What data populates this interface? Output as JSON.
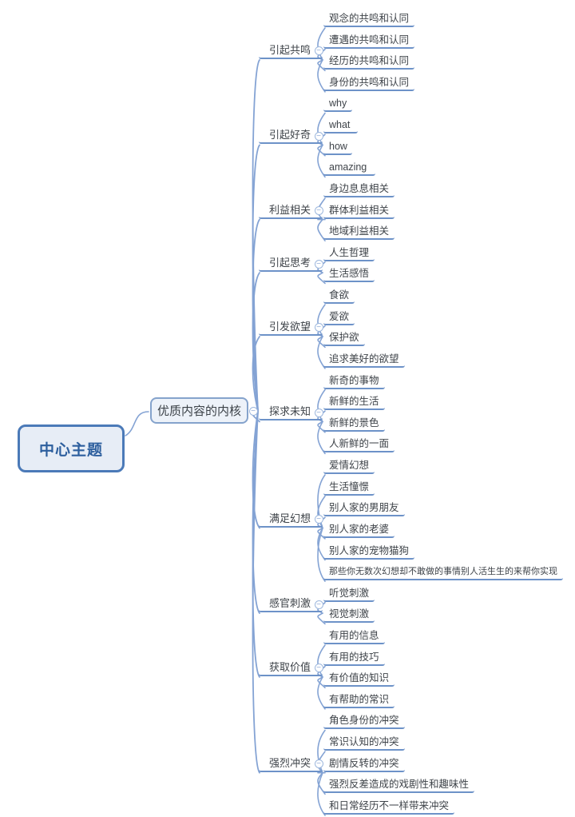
{
  "ui": {
    "collapse_glyph": "−"
  },
  "colors": {
    "line": "#84a3d4",
    "underline": "#6d92c8",
    "root_border": "#4b7ab8",
    "root_fill": "#e7edf6",
    "root_text": "#2d5f9e",
    "l1_border": "#85a3cc",
    "l1_fill": "#edf2f9",
    "text": "#3e4349",
    "background": "#ffffff"
  },
  "root": {
    "label": "中心主题"
  },
  "level1": {
    "label": "优质内容的内核"
  },
  "branches": [
    {
      "label": "引起共鸣",
      "children": [
        "观念的共鸣和认同",
        "遭遇的共鸣和认同",
        "经历的共鸣和认同",
        "身份的共鸣和认同"
      ]
    },
    {
      "label": "引起好奇",
      "children": [
        "why",
        "what",
        "how",
        "amazing"
      ]
    },
    {
      "label": "利益相关",
      "children": [
        "身边息息相关",
        "群体利益相关",
        "地域利益相关"
      ]
    },
    {
      "label": "引起思考",
      "children": [
        "人生哲理",
        "生活感悟"
      ]
    },
    {
      "label": "引发欲望",
      "children": [
        "食欲",
        "爱欲",
        "保护欲",
        "追求美好的欲望"
      ]
    },
    {
      "label": "探求未知",
      "children": [
        "新奇的事物",
        "新鲜的生活",
        "新鲜的景色",
        "人新鲜的一面"
      ]
    },
    {
      "label": "满足幻想",
      "children": [
        "爱情幻想",
        "生活憧憬",
        "别人家的男朋友",
        "别人家的老婆",
        "别人家的宠物猫狗",
        "那些你无数次幻想却不敢做的事情别人活生生的来帮你实现"
      ]
    },
    {
      "label": "感官刺激",
      "children": [
        "听觉刺激",
        "视觉刺激"
      ]
    },
    {
      "label": "获取价值",
      "children": [
        "有用的信息",
        "有用的技巧",
        "有价值的知识",
        "有帮助的常识"
      ]
    },
    {
      "label": "强烈冲突",
      "children": [
        "角色身份的冲突",
        "常识认知的冲突",
        "剧情反转的冲突",
        "强烈反差造成的戏剧性和趣味性",
        "和日常经历不一样带来冲突"
      ]
    }
  ]
}
